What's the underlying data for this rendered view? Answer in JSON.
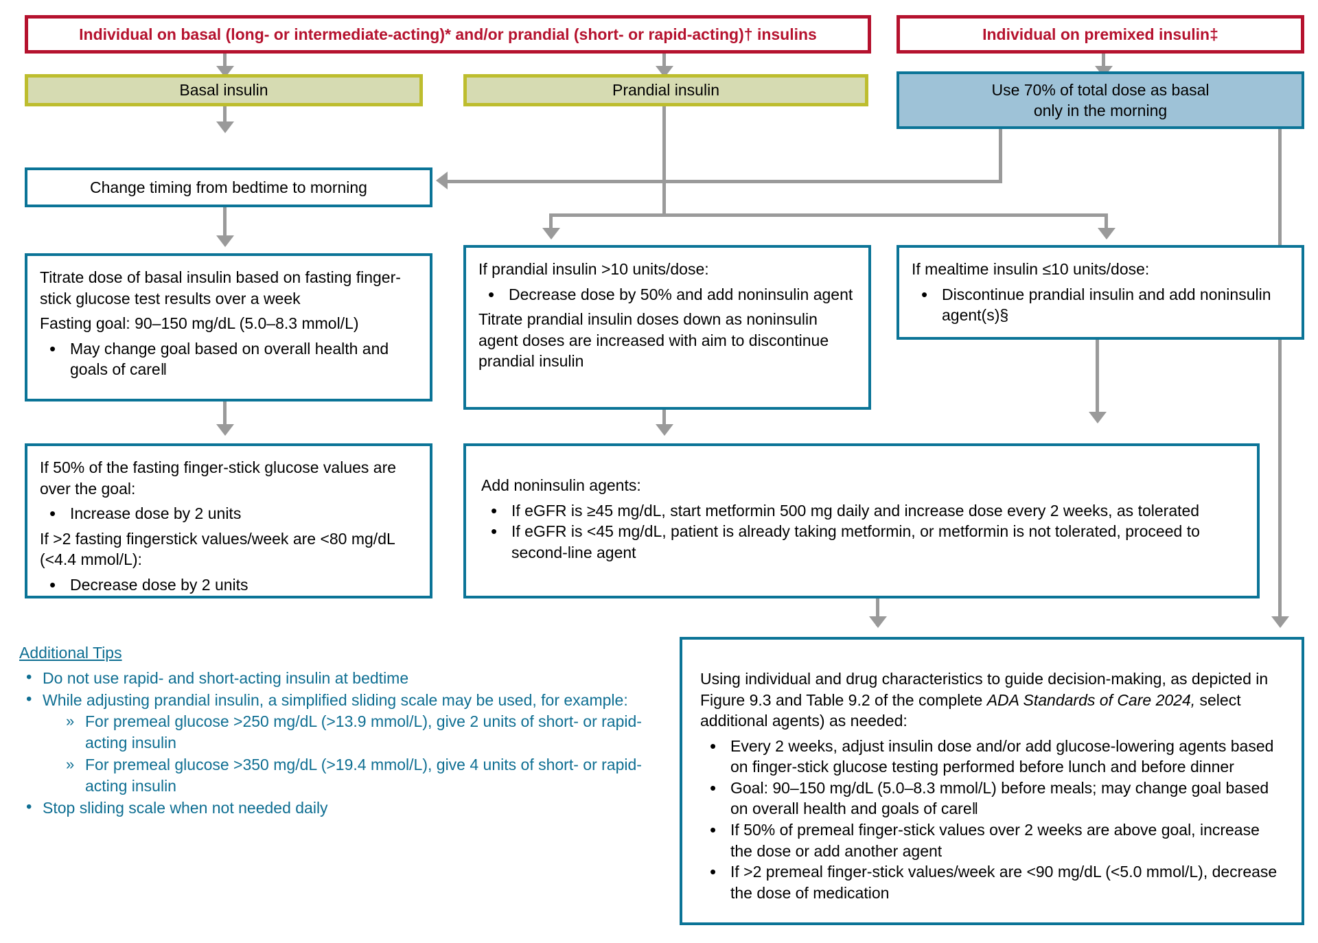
{
  "title": "Simplification of complex insulin therapy algorithm",
  "colors": {
    "red": "#b5122e",
    "olive_border": "#bdbd2e",
    "olive_fill": "#d6dbb2",
    "teal": "#0b7497",
    "steel_fill": "#9ec2d7",
    "connector": "#9a9a9a",
    "tips_text": "#0e6e92"
  },
  "nodes": {
    "start_left": {
      "label": "Individual on basal (long- or intermediate-acting)* and/or prandial (short- or rapid-acting)† insulins"
    },
    "start_right": {
      "label": "Individual on premixed insulin‡"
    },
    "basal_insulin": {
      "label": "Basal insulin"
    },
    "prandial_insulin": {
      "label": "Prandial insulin"
    },
    "premixed_convert": {
      "label": "Use 70% of total dose as basal\nonly in the morning"
    },
    "change_timing": {
      "label": "Change timing from bedtime to morning"
    },
    "titrate_basal": {
      "lines": [
        "Titrate dose of basal insulin based on fasting finger-stick glucose test results over a week",
        "Fasting goal: 90–150 mg/dL (5.0–8.3 mmol/L)"
      ],
      "bullets": [
        "May change goal based on overall health and goals of care‖"
      ]
    },
    "fasting_adjust": {
      "line1": "If 50% of the fasting finger-stick glucose values are over the goal:",
      "bullet1": "Increase dose by 2 units",
      "line2": "If >2 fasting fingerstick values/week are <80 mg/dL (<4.4 mmol/L):",
      "bullet2": "Decrease dose by 2 units"
    },
    "prandial_high": {
      "line1": "If prandial insulin >10 units/dose:",
      "bullet1": "Decrease dose by 50% and add noninsulin agent",
      "line2": "Titrate prandial insulin doses down as noninsulin agent doses are increased with aim to discontinue prandial insulin"
    },
    "mealtime_low": {
      "line1": "If mealtime insulin ≤10 units/dose:",
      "bullet1": "Discontinue prandial insulin and add noninsulin agent(s)§"
    },
    "add_noninsulin": {
      "line1": "Add noninsulin agents:",
      "bullets": [
        "If eGFR is ≥45 mg/dL, start metformin 500 mg daily and increase dose every 2 weeks, as tolerated",
        "If eGFR is <45 mg/dL, patient is already taking metformin, or metformin is not tolerated, proceed to second-line agent"
      ]
    },
    "final_guidance": {
      "intro_a": "Using individual and drug characteristics to guide decision-making, as depicted in Figure 9.3 and Table 9.2 of the complete ",
      "intro_italic": "ADA Standards of Care 2024,",
      "intro_b": " select additional agents) as needed:",
      "bullets": [
        "Every 2 weeks, adjust insulin dose and/or add glucose-lowering agents based on finger-stick glucose testing performed before lunch and before dinner",
        "Goal: 90–150 mg/dL (5.0–8.3 mmol/L) before meals; may change goal based on overall health and goals of care‖",
        "If 50% of premeal finger-stick values over 2 weeks are above goal, increase the dose or add another agent",
        "If >2 premeal finger-stick values/week are <90 mg/dL (<5.0 mmol/L), decrease the dose of medication"
      ]
    }
  },
  "tips": {
    "heading": "Additional Tips",
    "items": [
      "Do not use rapid- and short-acting insulin at bedtime",
      "While adjusting prandial insulin, a simplified sliding scale may be used, for example:",
      "Stop sliding scale when not needed daily"
    ],
    "subitems": [
      "For premeal glucose >250 mg/dL (>13.9 mmol/L), give 2 units of short- or rapid-acting insulin",
      "For premeal glucose >350 mg/dL (>19.4 mmol/L), give 4 units of short- or rapid-acting insulin"
    ]
  }
}
